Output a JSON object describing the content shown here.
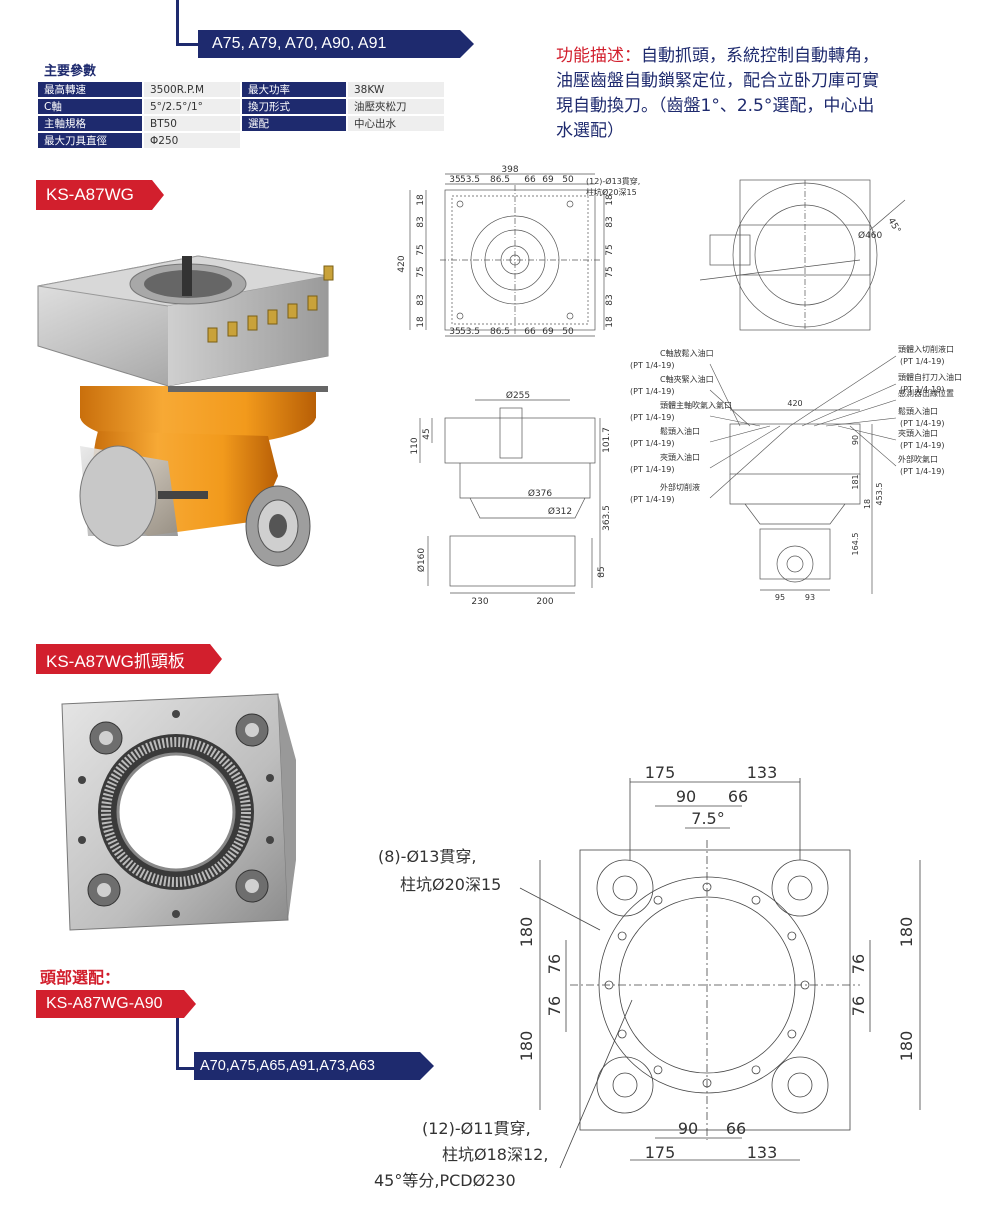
{
  "top_models": "A75, A79, A70, A90, A91",
  "params": {
    "title": "主要參數",
    "rows": [
      {
        "k1": "最高轉速",
        "v1": "3500R.P.M",
        "k2": "最大功率",
        "v2": "38KW"
      },
      {
        "k1": "C軸",
        "v1": "5°/2.5°/1°",
        "k2": "換刀形式",
        "v2": "油壓夾松刀"
      },
      {
        "k1": "主軸規格",
        "v1": "BT50",
        "k2": "選配",
        "v2": "中心出水"
      },
      {
        "k1": "最大刀具直徑",
        "v1": "Φ250",
        "k2": "",
        "v2": ""
      }
    ]
  },
  "function": {
    "label": "功能描述：",
    "line1": "自動抓頭，系統控制自動轉角，",
    "line2": "油壓齒盤自動鎖緊定位，配合立卧刀庫可實",
    "line3": "現自動換刀。（齒盤1°、2.5°選配，中心出",
    "line4": "水選配）"
  },
  "product1": "KS-A87WG",
  "product2": "KS-A87WG抓頭板",
  "head_option_label": "頭部選配：",
  "head_option_model": "KS-A87WG-A90",
  "head_option_list": "A70,A75,A65,A91,A73,A63",
  "drawing_top": {
    "d398": "398",
    "row_top": [
      "35",
      "53.5",
      "86.5",
      "66",
      "69",
      "50"
    ],
    "row_bot": [
      "35",
      "53.5",
      "86.5",
      "66",
      "69",
      "50"
    ],
    "left_v": [
      "18",
      "83",
      "75",
      "75",
      "83",
      "18"
    ],
    "right_v": [
      "18",
      "83",
      "75",
      "75",
      "83",
      "18"
    ],
    "d420": "420",
    "hole_note1": "(12)-Ø13貫穿,",
    "hole_note2": "柱坑Ø20深15",
    "d460": "Ø460",
    "d45": "45°"
  },
  "drawing_side": {
    "d255": "Ø255",
    "d376": "Ø376",
    "d312": "Ø312",
    "d160": "Ø160",
    "d110": "110",
    "d45": "45",
    "d101_7": "101.7",
    "d363_5": "363.5",
    "d85": "85",
    "d230": "230",
    "d200": "200"
  },
  "drawing_front": {
    "d420": "420",
    "d90": "90",
    "d181": "181",
    "d18": "18",
    "d453_5": "453.5",
    "d164_5": "164.5",
    "d95": "95",
    "d93": "93",
    "ports_left": [
      {
        "name": "C軸放鬆入油口",
        "spec": "(PT 1/4-19)"
      },
      {
        "name": "C軸夾緊入油口",
        "spec": "(PT 1/4-19)"
      },
      {
        "name": "頭體主軸吹氣入氣口",
        "spec": "(PT 1/4-19)"
      },
      {
        "name": "鬆頭入油口",
        "spec": "(PT 1/4-19)"
      },
      {
        "name": "夾頭入油口",
        "spec": "(PT 1/4-19)"
      },
      {
        "name": "外部切削液",
        "spec": "(PT 1/4-19)"
      }
    ],
    "ports_right": [
      {
        "name": "頭體入切削液口",
        "spec": "(PT 1/4-19)"
      },
      {
        "name": "頭體自打刀入油口",
        "spec": "(PT 1/4-19)"
      },
      {
        "name": "感測器出線位置",
        "spec": ""
      },
      {
        "name": "鬆頭入油口",
        "spec": "(PT 1/4-19)"
      },
      {
        "name": "夾頭入油口",
        "spec": "(PT 1/4-19)"
      },
      {
        "name": "外部吹氣口",
        "spec": "(PT 1/4-19)"
      }
    ]
  },
  "drawing_plate": {
    "d175_top": "175",
    "d133_top": "133",
    "d90_top": "90",
    "d66_top": "66",
    "d7_5": "7.5°",
    "d180_l1": "180",
    "d76_l1": "76",
    "d76_l2": "76",
    "d180_l2": "180",
    "d180_r1": "180",
    "d76_r1": "76",
    "d76_r2": "76",
    "d180_r2": "180",
    "d90_bot": "90",
    "d66_bot": "66",
    "d175_bot": "175",
    "d133_bot": "133",
    "note_top1": "(8)-Ø13貫穿,",
    "note_top2": "柱坑Ø20深15",
    "note_bot1": "(12)-Ø11貫穿,",
    "note_bot2": "柱坑Ø18深12,",
    "note_bot3": "45°等分,PCDØ230"
  },
  "colors": {
    "navy": "#1e2a6e",
    "red": "#d21f2d",
    "orange": "#f29a1c"
  }
}
